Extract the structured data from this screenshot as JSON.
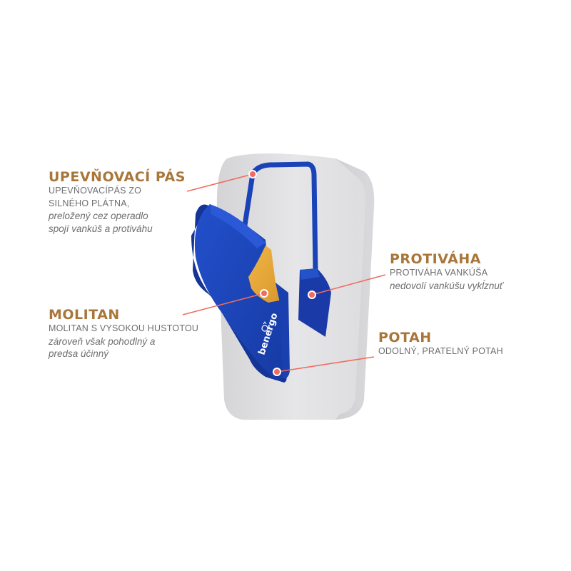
{
  "brand_logo": "benergo",
  "callouts": {
    "strap": {
      "title": "UPEVŇOVACÍ PÁS",
      "line1": "UPEVŇOVACÍPÁS ZO",
      "line2": "SILNÉHO PLÁTNA,",
      "line3": "preložený cez operadlo",
      "line4": "spojí vankúš a protiváhu"
    },
    "foam": {
      "title": "MOLITAN",
      "line1": "MOLITAN S VYSOKOU HUSTOTOU",
      "line2": "zároveň však pohodlný a",
      "line3": "predsa účinný"
    },
    "counterweight": {
      "title": "PROTIVÁHA",
      "line1": "PROTIVÁHA VANKÚŠA",
      "line2": "nedovolí vankúšu vykĺznuť"
    },
    "cover": {
      "title": "POTAH",
      "line1": "ODOLNÝ, PRATELNÝ POTAH"
    }
  },
  "colors": {
    "accent_title": "#a9763a",
    "text_gray": "#6e6e70",
    "pointer": "#f26b5f",
    "cushion_blue": "#1a43b8",
    "foam_yellow": "#e8a93a",
    "seat_back": "#e1e1e3"
  }
}
